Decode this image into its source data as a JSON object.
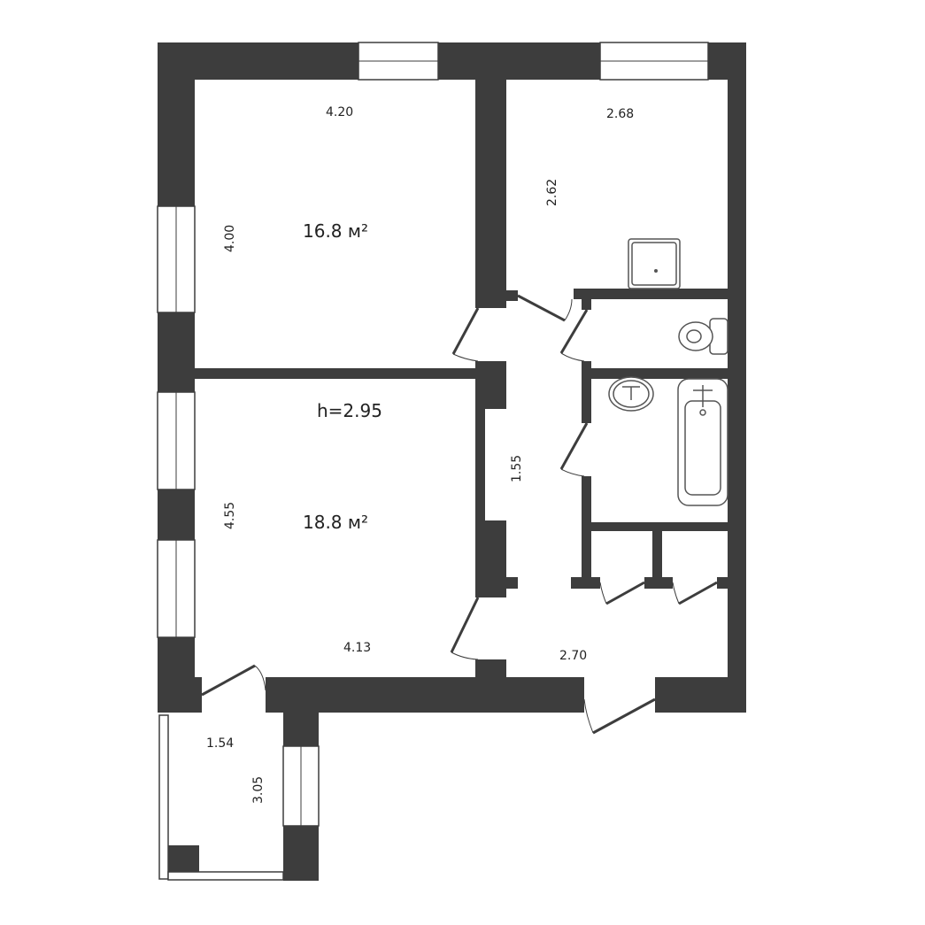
{
  "plan": {
    "ceiling_height": "h=2.95",
    "rooms": [
      {
        "name": "room-1",
        "area": "16.8 м²",
        "width": "4.20",
        "depth": "4.00"
      },
      {
        "name": "room-2",
        "area": "18.8 м²",
        "width": "4.13",
        "depth": "4.55"
      },
      {
        "name": "kitchen",
        "width": "2.68",
        "depth": "2.62"
      },
      {
        "name": "corridor",
        "width": "1.55"
      },
      {
        "name": "hall",
        "width": "2.70"
      },
      {
        "name": "balcony",
        "width": "1.54",
        "depth": "3.05"
      }
    ],
    "colors": {
      "wall": "#3d3d3d",
      "background": "#ffffff"
    }
  }
}
